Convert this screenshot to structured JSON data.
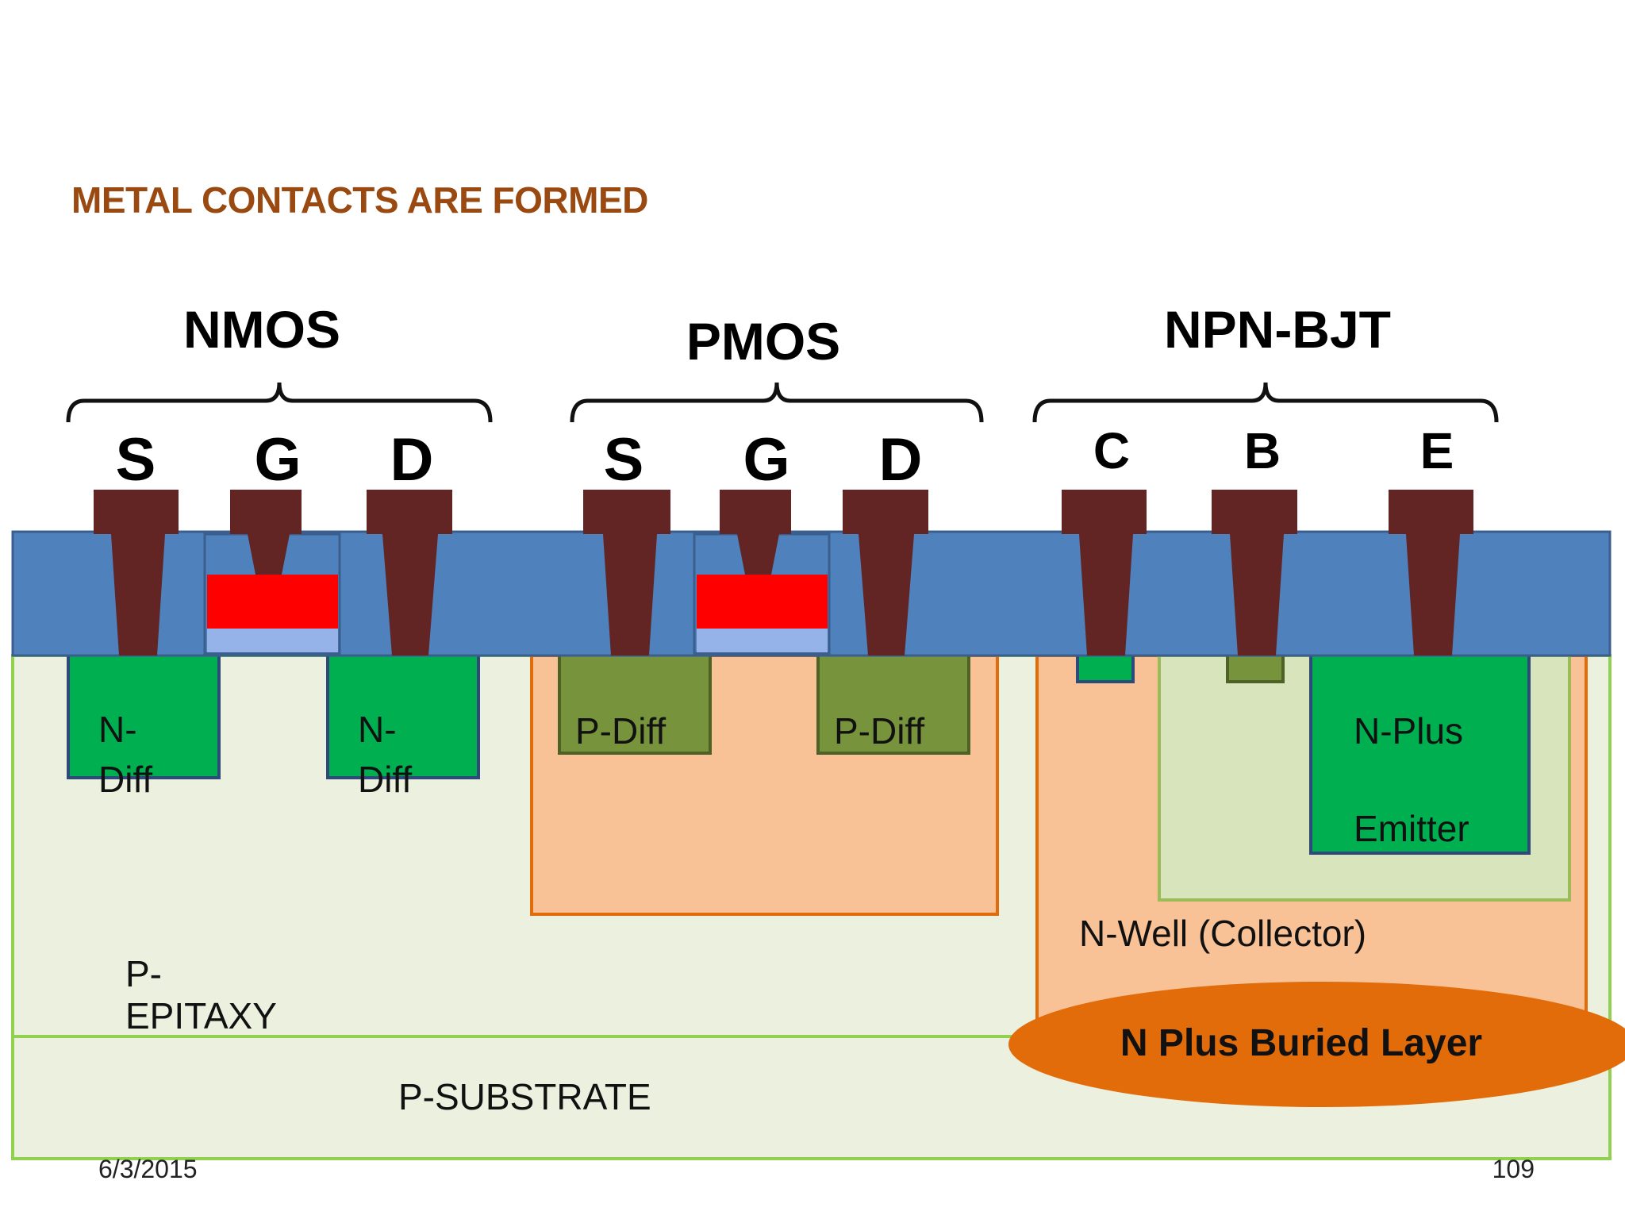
{
  "slide": {
    "title": "METAL CONTACTS ARE FORMED",
    "date": "6/3/2015",
    "page_number": "109"
  },
  "devices": {
    "nmos": {
      "label": "NMOS",
      "terminals": [
        "S",
        "G",
        "D"
      ],
      "regions": {
        "source_diff": [
          "N-",
          "Diff"
        ],
        "drain_diff": [
          "N-",
          "Diff"
        ]
      }
    },
    "pmos": {
      "label": "PMOS",
      "terminals": [
        "S",
        "G",
        "D"
      ],
      "regions": {
        "source_diff": "P-Diff",
        "drain_diff": "P-Diff"
      }
    },
    "npn": {
      "label": "NPN-BJT",
      "terminals": [
        "C",
        "B",
        "E"
      ],
      "regions": {
        "emitter": [
          "N-Plus",
          "Emitter"
        ],
        "collector": "N-Well (Collector)",
        "buried": "N Plus Buried Layer"
      }
    }
  },
  "layers": {
    "epitaxy": [
      "P-",
      "EPITAXY"
    ],
    "substrate": "P-SUBSTRATE"
  },
  "colors": {
    "title": "#9a4a10",
    "oxide": "#4f81bd",
    "metal": "#632523",
    "poly_gate": "#ff0000",
    "gate_oxide": "#95b3e8",
    "n_diffusion": "#00b050",
    "p_diffusion": "#77933c",
    "n_well": "#f9c196",
    "n_well_border": "#e36c0a",
    "p_base": "#d7e4bc",
    "p_base_border": "#9bbb59",
    "epitaxy": "#ebf1de",
    "epitaxy_border": "#92d050",
    "buried_layer": "#e36c0a"
  }
}
